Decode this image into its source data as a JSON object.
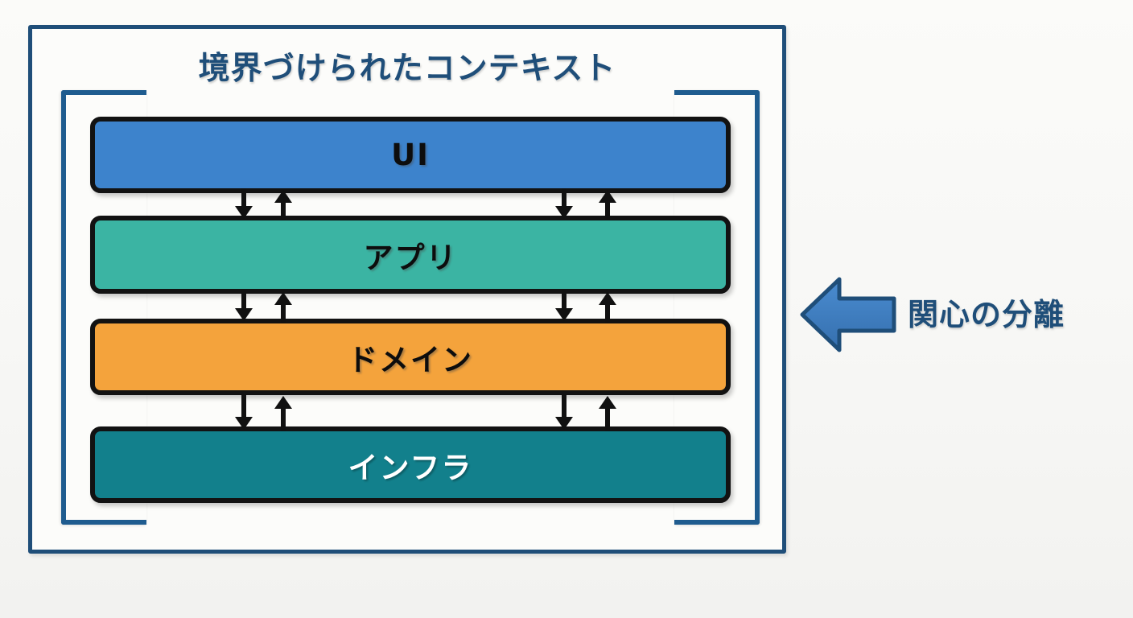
{
  "diagram": {
    "title": "境界づけられたコンテキスト",
    "layers": [
      {
        "id": "ui",
        "label": "UI",
        "color": "#3d83cc",
        "text_color": "#0d0d0d"
      },
      {
        "id": "app",
        "label": "アプリ",
        "color": "#3bb4a3",
        "text_color": "#0d0d0d"
      },
      {
        "id": "domain",
        "label": "ドメイン",
        "color": "#f4a33c",
        "text_color": "#0d0d0d"
      },
      {
        "id": "infra",
        "label": "インフラ",
        "color": "#12808c",
        "text_color": "#ffffff"
      }
    ],
    "connectors": [
      {
        "between": "ui-app",
        "kind": "bidirectional",
        "pairs": 2
      },
      {
        "between": "app-domain",
        "kind": "bidirectional",
        "pairs": 2
      },
      {
        "between": "domain-infra",
        "kind": "bidirectional",
        "pairs": 2
      }
    ],
    "callout": {
      "label": "関心の分離",
      "arrow_direction": "left",
      "arrow_color": "#3d7ebf",
      "arrow_outline_color": "#1f4e79"
    },
    "frame": {
      "border_color": "#1f4e79",
      "bracket_color": "#1f5c8f",
      "background": "#fcfcfa"
    }
  }
}
